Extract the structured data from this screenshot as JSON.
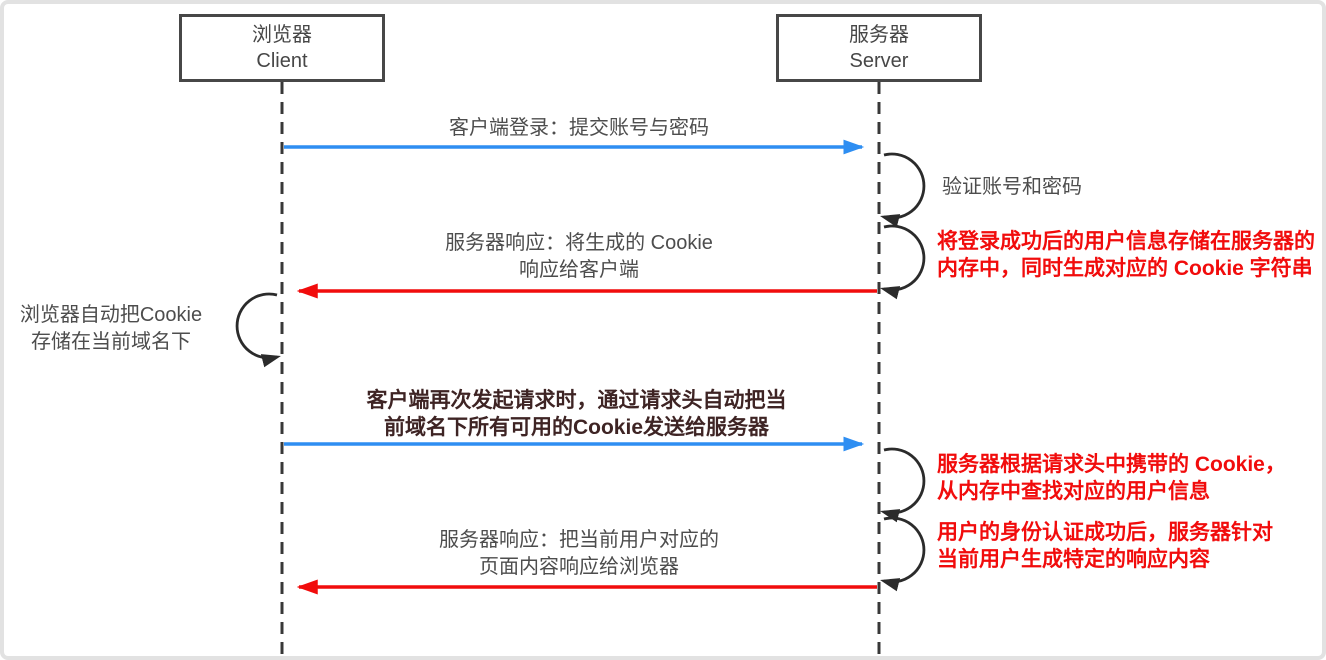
{
  "colors": {
    "request_arrow": "#2e8ef2",
    "response_arrow": "#f10c0c",
    "lifeline": "#383838",
    "loop_line": "#2b2b2b",
    "box_border": "#474747",
    "label_text": "#4d4d4d",
    "note_text": "#f10c0c",
    "emphasis_text": "#3e2424"
  },
  "actors": [
    {
      "id": "client",
      "label": "浏览器\nClient"
    },
    {
      "id": "server",
      "label": "服务器\nServer"
    }
  ],
  "messages": [
    {
      "from": "client",
      "to": "server",
      "label": "客户端登录：提交账号与密码"
    },
    {
      "from": "server",
      "to": "client",
      "label": "服务器响应：将生成的 Cookie\n响应给客户端"
    },
    {
      "from": "client",
      "to": "server",
      "label": "客户端再次发起请求时，通过请求头自动把当\n前域名下所有可用的Cookie发送给服务器"
    },
    {
      "from": "server",
      "to": "client",
      "label": "服务器响应：把当前用户对应的\n页面内容响应给浏览器"
    }
  ],
  "self_actions": [
    {
      "actor": "server",
      "label": "验证账号和密码"
    },
    {
      "actor": "server",
      "label": "将登录成功后的用户信息存储在服务器的\n内存中，同时生成对应的 Cookie 字符串"
    },
    {
      "actor": "client",
      "label": "浏览器自动把Cookie\n存储在当前域名下"
    },
    {
      "actor": "server",
      "label": "服务器根据请求头中携带的 Cookie，\n从内存中查找对应的用户信息"
    },
    {
      "actor": "server",
      "label": "用户的身份认证成功后，服务器针对\n当前用户生成特定的响应内容"
    }
  ]
}
